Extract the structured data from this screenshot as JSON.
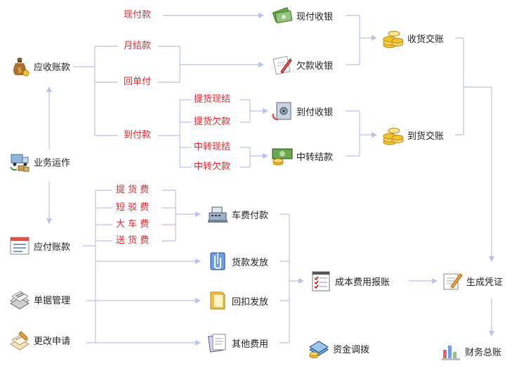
{
  "nodes": {
    "receivable": "应收账款",
    "operation": "业务运作",
    "payable": "应付账款",
    "doc_mgmt": "单据管理",
    "change_req": "更改申请",
    "cash_collect": "现付收银",
    "credit_collect": "欠款收银",
    "cod_collect": "到付收银",
    "transfer_settle": "中转结款",
    "receipt_posting": "收货交账",
    "delivery_posting": "到货交账",
    "freight_pay": "车费付款",
    "payment_release": "货款发放",
    "deduction_release": "回扣发放",
    "other_fees": "其他费用",
    "cost_reimburse": "成本费用报账",
    "fund_transfer": "资金调拨",
    "voucher": "生成凭证",
    "ledger": "财务总账"
  },
  "labels": {
    "cash_pay": "现付款",
    "monthly": "月结款",
    "return_slip": "回单付",
    "cod": "到付款",
    "pickup_cash": "提货现结",
    "pickup_credit": "提货欠款",
    "transfer_cash": "中转现结",
    "transfer_credit": "中转欠款",
    "pickup_fee": "提 货 费",
    "shuttle_fee": "短 驳 费",
    "truck_fee": "大 车 费",
    "delivery_fee": "送 货 费"
  },
  "colors": {
    "line": "#b9c2e9",
    "label_red": "#e8232b",
    "text": "#222222"
  },
  "icons": {
    "receivable": "money-bag-icon",
    "operation": "truck-icon",
    "payable": "form-icon",
    "doc_mgmt": "documents-icon",
    "change_req": "edit-paper-icon",
    "cash_collect": "cash-icon",
    "credit_collect": "note-pen-icon",
    "cod_collect": "safe-icon",
    "transfer_settle": "banknote-coins-icon",
    "receipt_posting": "coin-stack-icon",
    "delivery_posting": "coin-stack-icon",
    "freight_pay": "cash-register-icon",
    "payment_release": "paperclip-doc-icon",
    "deduction_release": "folder-icon",
    "other_fees": "papers-icon",
    "cost_reimburse": "checklist-icon",
    "fund_transfer": "bills-stack-icon",
    "voucher": "voucher-pen-icon",
    "ledger": "bar-chart-icon"
  }
}
